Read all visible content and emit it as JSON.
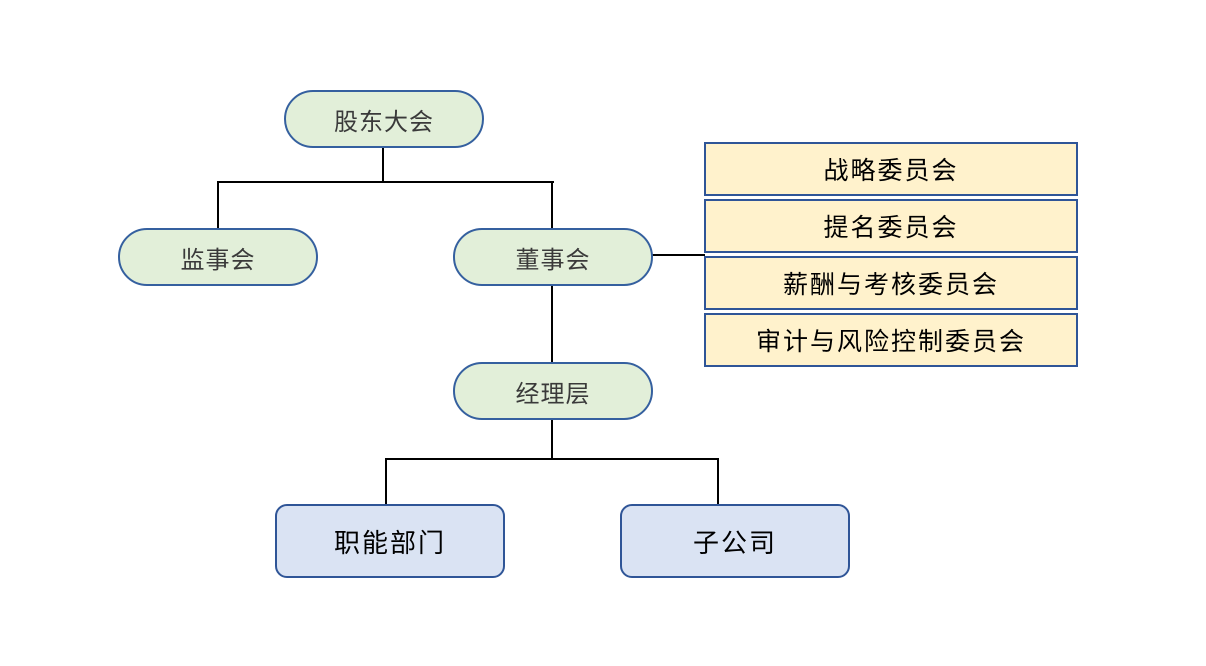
{
  "diagram": {
    "type": "org-chart",
    "nodes": {
      "shareholders_meeting": {
        "label": "股东大会"
      },
      "supervisory_board": {
        "label": "监事会"
      },
      "board_of_directors": {
        "label": "董事会"
      },
      "management_level": {
        "label": "经理层"
      },
      "functional_departments": {
        "label": "职能部门"
      },
      "subsidiaries": {
        "label": "子公司"
      }
    },
    "committees": [
      {
        "label": "战略委员会"
      },
      {
        "label": "提名委员会"
      },
      {
        "label": "薪酬与考核委员会"
      },
      {
        "label": "审计与风险控制委员会"
      }
    ],
    "edges": [
      {
        "from": "股东大会",
        "to": "监事会"
      },
      {
        "from": "股东大会",
        "to": "董事会"
      },
      {
        "from": "董事会",
        "to": "委员会列表"
      },
      {
        "from": "董事会",
        "to": "经理层"
      },
      {
        "from": "经理层",
        "to": "职能部门"
      },
      {
        "from": "经理层",
        "to": "子公司"
      }
    ],
    "colors": {
      "green_fill": "#e2efd9",
      "yellow_fill": "#fff2cc",
      "blue_fill": "#dae3f3",
      "pill_border": "#35609f",
      "box_border": "#2f5597",
      "connector": "#000000"
    }
  }
}
